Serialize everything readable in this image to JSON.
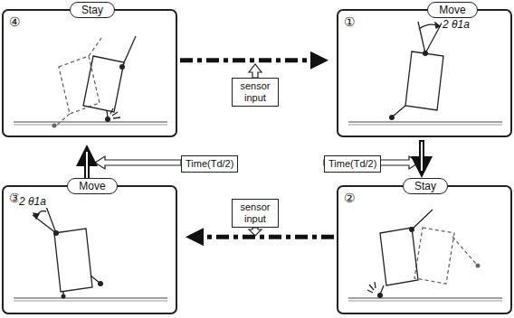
{
  "diagram": {
    "nodes": [
      {
        "text": [
          "Stay",
          "④"
        ]
      },
      {
        "text": [
          "Move",
          "①"
        ]
      },
      {
        "text": [
          "sensor input"
        ]
      },
      {
        "text": [
          "Time(Td/2)"
        ]
      },
      {
        "text": [
          "Time(Td/2)"
        ]
      },
      {
        "text": [
          "sensor input"
        ]
      },
      {
        "text": [
          "Move",
          "③"
        ]
      },
      {
        "text": [
          "Stay",
          "②"
        ]
      }
    ],
    "edges": [
      {
        "from": 0,
        "to": 1,
        "arrow": "to"
      },
      {
        "from": 1,
        "to": 7,
        "arrow": "to"
      },
      {
        "from": 7,
        "to": 6,
        "arrow": "to"
      },
      {
        "from": 6,
        "to": 0,
        "arrow": "to"
      }
    ],
    "labels": [
      "2 θ1a",
      "2 θ1a"
    ]
  }
}
